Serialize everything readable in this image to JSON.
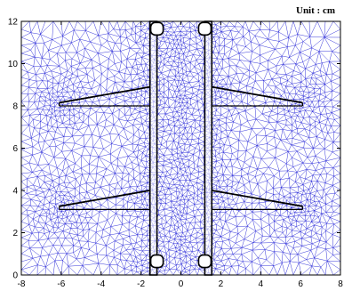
{
  "unit_label": "Unit : cm",
  "x_axis": {
    "min": -8,
    "max": 8,
    "ticks": [
      -8,
      -6,
      -4,
      -2,
      0,
      2,
      4,
      6,
      8
    ]
  },
  "y_axis": {
    "min": 0,
    "max": 12,
    "ticks": [
      0,
      2,
      4,
      6,
      8,
      10,
      12
    ]
  },
  "colors": {
    "mesh": "#1f1fd6",
    "structure": "#000000",
    "background": "#ffffff"
  },
  "mesh": {
    "refinement_centers": [
      {
        "x": -6.1,
        "y": 8.1
      },
      {
        "x": 6.1,
        "y": 8.1
      },
      {
        "x": -6.1,
        "y": 3.2
      },
      {
        "x": 6.1,
        "y": 3.2
      },
      {
        "x": -1.2,
        "y": 11.7
      },
      {
        "x": 1.2,
        "y": 11.7
      },
      {
        "x": -1.2,
        "y": 0.6
      },
      {
        "x": 1.2,
        "y": 0.6
      },
      {
        "x": -1.4,
        "y": 8.7
      },
      {
        "x": 1.4,
        "y": 8.7
      },
      {
        "x": -1.4,
        "y": 3.9
      },
      {
        "x": 1.4,
        "y": 3.9
      }
    ]
  },
  "structure": {
    "plates": [
      {
        "x_outer": -1.55,
        "x_inner": -1.2
      },
      {
        "x_outer": 1.55,
        "x_inner": 1.2
      }
    ],
    "fins": [
      {
        "base_x": -1.55,
        "tip_x": -6.1,
        "upper_base_y": 8.9,
        "upper_tip_y": 8.15,
        "lower_y": 8.0
      },
      {
        "base_x": 1.55,
        "tip_x": 6.1,
        "upper_base_y": 8.9,
        "upper_tip_y": 8.15,
        "lower_y": 8.0
      },
      {
        "base_x": -1.55,
        "tip_x": -6.1,
        "upper_base_y": 4.0,
        "upper_tip_y": 3.25,
        "lower_y": 3.1
      },
      {
        "base_x": 1.55,
        "tip_x": 6.1,
        "upper_base_y": 4.0,
        "upper_tip_y": 3.25,
        "lower_y": 3.1
      }
    ],
    "slots": [
      {
        "x": -1.2,
        "y": 11.65
      },
      {
        "x": 1.2,
        "y": 11.65
      },
      {
        "x": -1.2,
        "y": 0.65
      },
      {
        "x": 1.2,
        "y": 0.65
      }
    ]
  }
}
